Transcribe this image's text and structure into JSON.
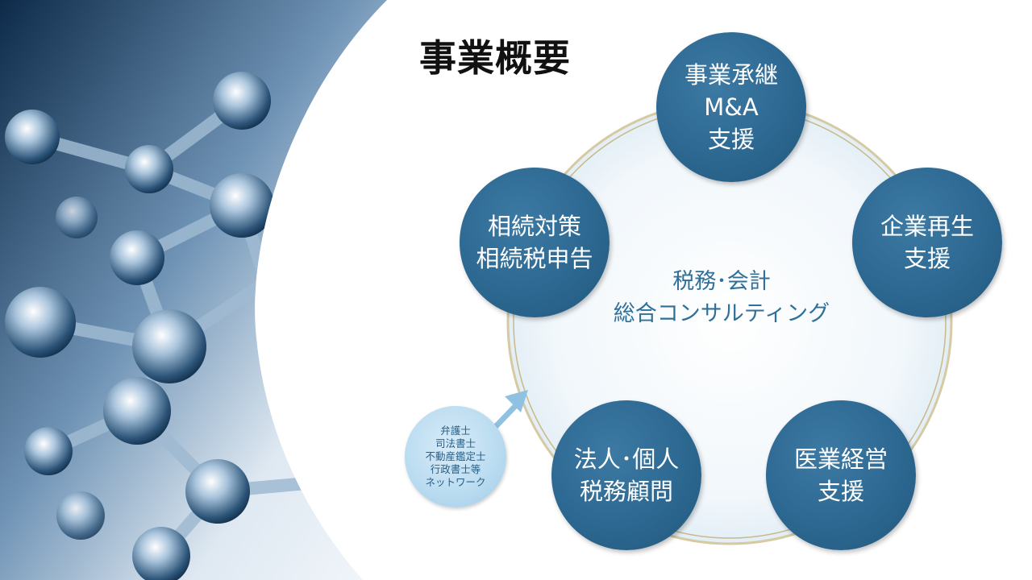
{
  "title": "事業概要",
  "center": {
    "line1": "税務･会計",
    "line2": "総合コンサルティング"
  },
  "nodes": {
    "succession": [
      "事業承継",
      "M&A",
      "支援"
    ],
    "revitalization": [
      "企業再生",
      "支援"
    ],
    "medical": [
      "医業経営",
      "支援"
    ],
    "tax_advisory": [
      "法人･個人",
      "税務顧問"
    ],
    "inheritance": [
      "相続対策",
      "相続税申告"
    ]
  },
  "network": [
    "弁護士",
    "司法書士",
    "不動産鑑定士",
    "行政書士等",
    "ネットワーク"
  ],
  "colors": {
    "node_blue": "#2c6891",
    "ring_gold": "#c9b98a",
    "center_text": "#2f6f98",
    "bubble_light": "#b9dbf0"
  },
  "icons": {
    "arrow": "arrow-up-right-icon",
    "background": "molecule-illustration"
  }
}
